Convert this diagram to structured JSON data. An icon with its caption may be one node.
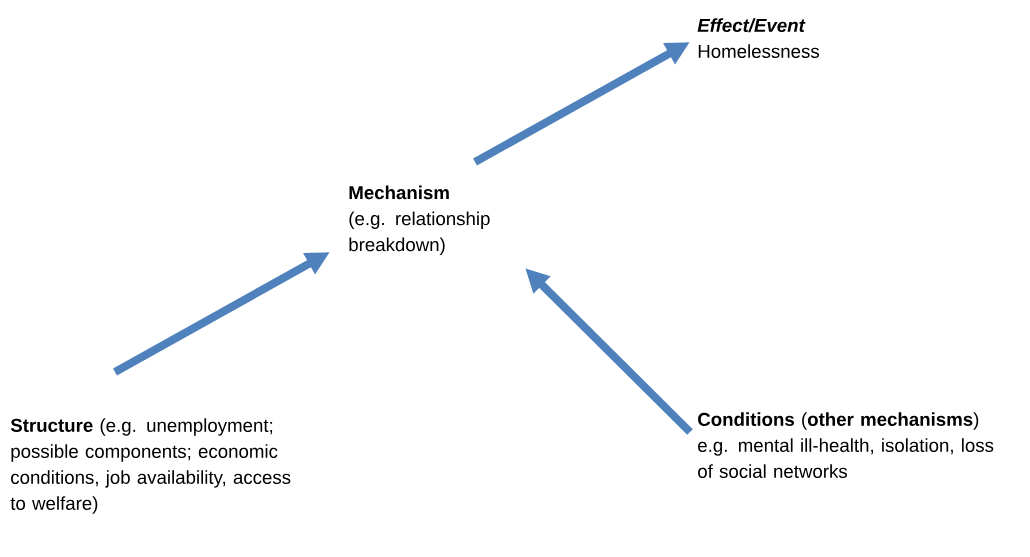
{
  "diagram": {
    "nodes": [
      {
        "text": [
          "**Structure** (e.g. unemployment; possible components; economic conditions, job availability, access to welfare)"
        ]
      },
      {
        "text": [
          "**Mechanism** (e.g. relationship breakdown)"
        ]
      },
      {
        "text": [
          "Effect/Event",
          "Homelessness"
        ]
      },
      {
        "text": [
          "**Conditions** (**other mechanisms**) e.g. mental ill-health, isolation, loss of social networks"
        ]
      }
    ],
    "edges": [
      {
        "from": 0,
        "to": 1,
        "arrow": "to"
      },
      {
        "from": 3,
        "to": 1,
        "arrow": "to"
      },
      {
        "from": 1,
        "to": 2,
        "arrow": "to"
      }
    ]
  }
}
